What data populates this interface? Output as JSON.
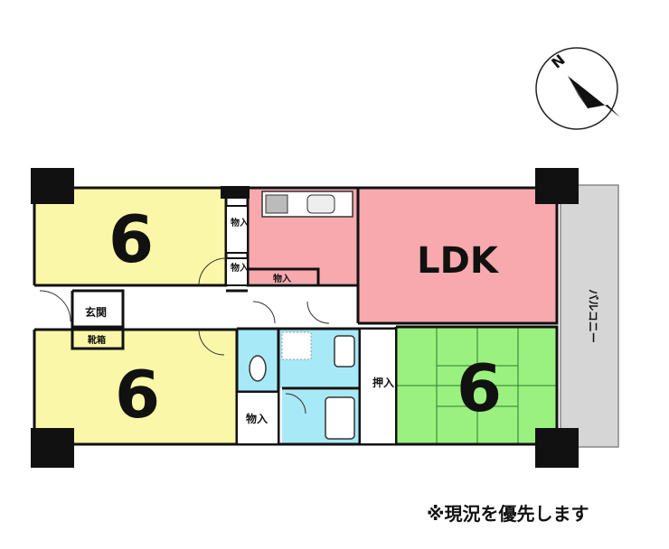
{
  "rooms": {
    "western_north": {
      "label": "6",
      "color": "#fbf7a8"
    },
    "western_south": {
      "label": "6",
      "color": "#fbf7a8"
    },
    "ldk": {
      "label": "LDK",
      "color": "#f7a9ad"
    },
    "washitsu": {
      "label": "6",
      "color": "#9bf17f"
    },
    "bath_area_color": "#a8e9f7"
  },
  "labels": {
    "storage": "物入",
    "storage_small": "物入",
    "storage_hall": "物入",
    "storage_bath": "物入",
    "genkan": "玄関",
    "shoebox": "靴箱",
    "oshiire": "押入",
    "balcony": "バルコニー"
  },
  "compass": {
    "letter": "N"
  },
  "note": "※現況を優先します"
}
